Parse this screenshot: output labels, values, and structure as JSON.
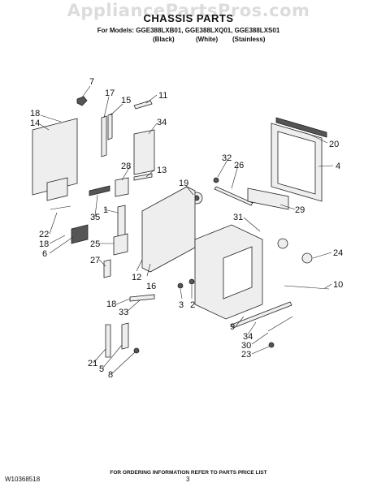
{
  "watermark": "AppliancePartsPros.com",
  "header": {
    "title": "CHASSIS PARTS",
    "models_line": "For Models: GGE388LXB01, GGE388LXQ01, GGE388LXS01",
    "finishes": [
      "(Black)",
      "(White)",
      "(Stainless)"
    ]
  },
  "callouts": [
    "7",
    "17",
    "15",
    "11",
    "18",
    "14",
    "34",
    "28",
    "13",
    "19",
    "32",
    "26",
    "20",
    "4",
    "35",
    "1",
    "22",
    "18",
    "6",
    "25",
    "27",
    "12",
    "16",
    "31",
    "29",
    "24",
    "10",
    "3",
    "2",
    "18",
    "33",
    "9",
    "34",
    "30",
    "23",
    "21",
    "5",
    "8"
  ],
  "footer": {
    "note": "FOR ORDERING INFORMATION REFER TO PARTS PRICE LIST",
    "doc_number": "W10368518",
    "page_number": "3"
  }
}
